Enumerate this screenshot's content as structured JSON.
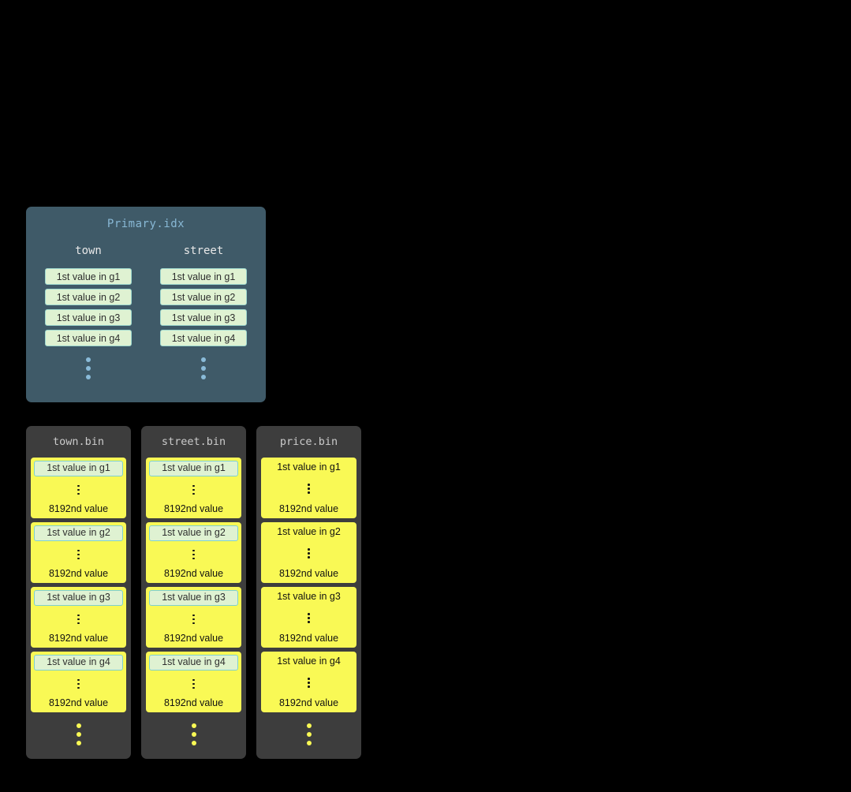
{
  "primary_index": {
    "title": "Primary.idx",
    "columns": [
      {
        "name": "town",
        "values": [
          "1st value in g1",
          "1st value in g2",
          "1st value in g3",
          "1st value in g4"
        ]
      },
      {
        "name": "street",
        "values": [
          "1st value in g1",
          "1st value in g2",
          "1st value in g3",
          "1st value in g4"
        ]
      }
    ]
  },
  "bin_files": [
    {
      "title": "town.bin",
      "granules": [
        {
          "first": "1st value in g1",
          "last": "8192nd value",
          "highlighted": true
        },
        {
          "first": "1st value in g2",
          "last": "8192nd value",
          "highlighted": true
        },
        {
          "first": "1st value in g3",
          "last": "8192nd value",
          "highlighted": true
        },
        {
          "first": "1st value in g4",
          "last": "8192nd value",
          "highlighted": true
        }
      ]
    },
    {
      "title": "street.bin",
      "granules": [
        {
          "first": "1st value in g1",
          "last": "8192nd value",
          "highlighted": true
        },
        {
          "first": "1st value in g2",
          "last": "8192nd value",
          "highlighted": true
        },
        {
          "first": "1st value in g3",
          "last": "8192nd value",
          "highlighted": true
        },
        {
          "first": "1st value in g4",
          "last": "8192nd value",
          "highlighted": true
        }
      ]
    },
    {
      "title": "price.bin",
      "granules": [
        {
          "first": "1st value in g1",
          "last": "8192nd value",
          "highlighted": false
        },
        {
          "first": "1st value in g2",
          "last": "8192nd value",
          "highlighted": false
        },
        {
          "first": "1st value in g3",
          "last": "8192nd value",
          "highlighted": false
        },
        {
          "first": "1st value in g4",
          "last": "8192nd value",
          "highlighted": false
        }
      ]
    }
  ],
  "colors": {
    "background": "#000000",
    "primary_panel_bg": "#3f5a68",
    "primary_title_text": "#88b8d5",
    "column_header_text": "#e8e8e8",
    "value_chip_bg": "#dff2d2",
    "value_chip_border": "#7fd0cf",
    "bin_panel_bg": "#3d3d3d",
    "bin_title_text": "#cbcbcb",
    "granule_bg": "#f9f955",
    "ellipsis_blue": "#8abbd9",
    "ellipsis_yellow": "#f9f955"
  }
}
